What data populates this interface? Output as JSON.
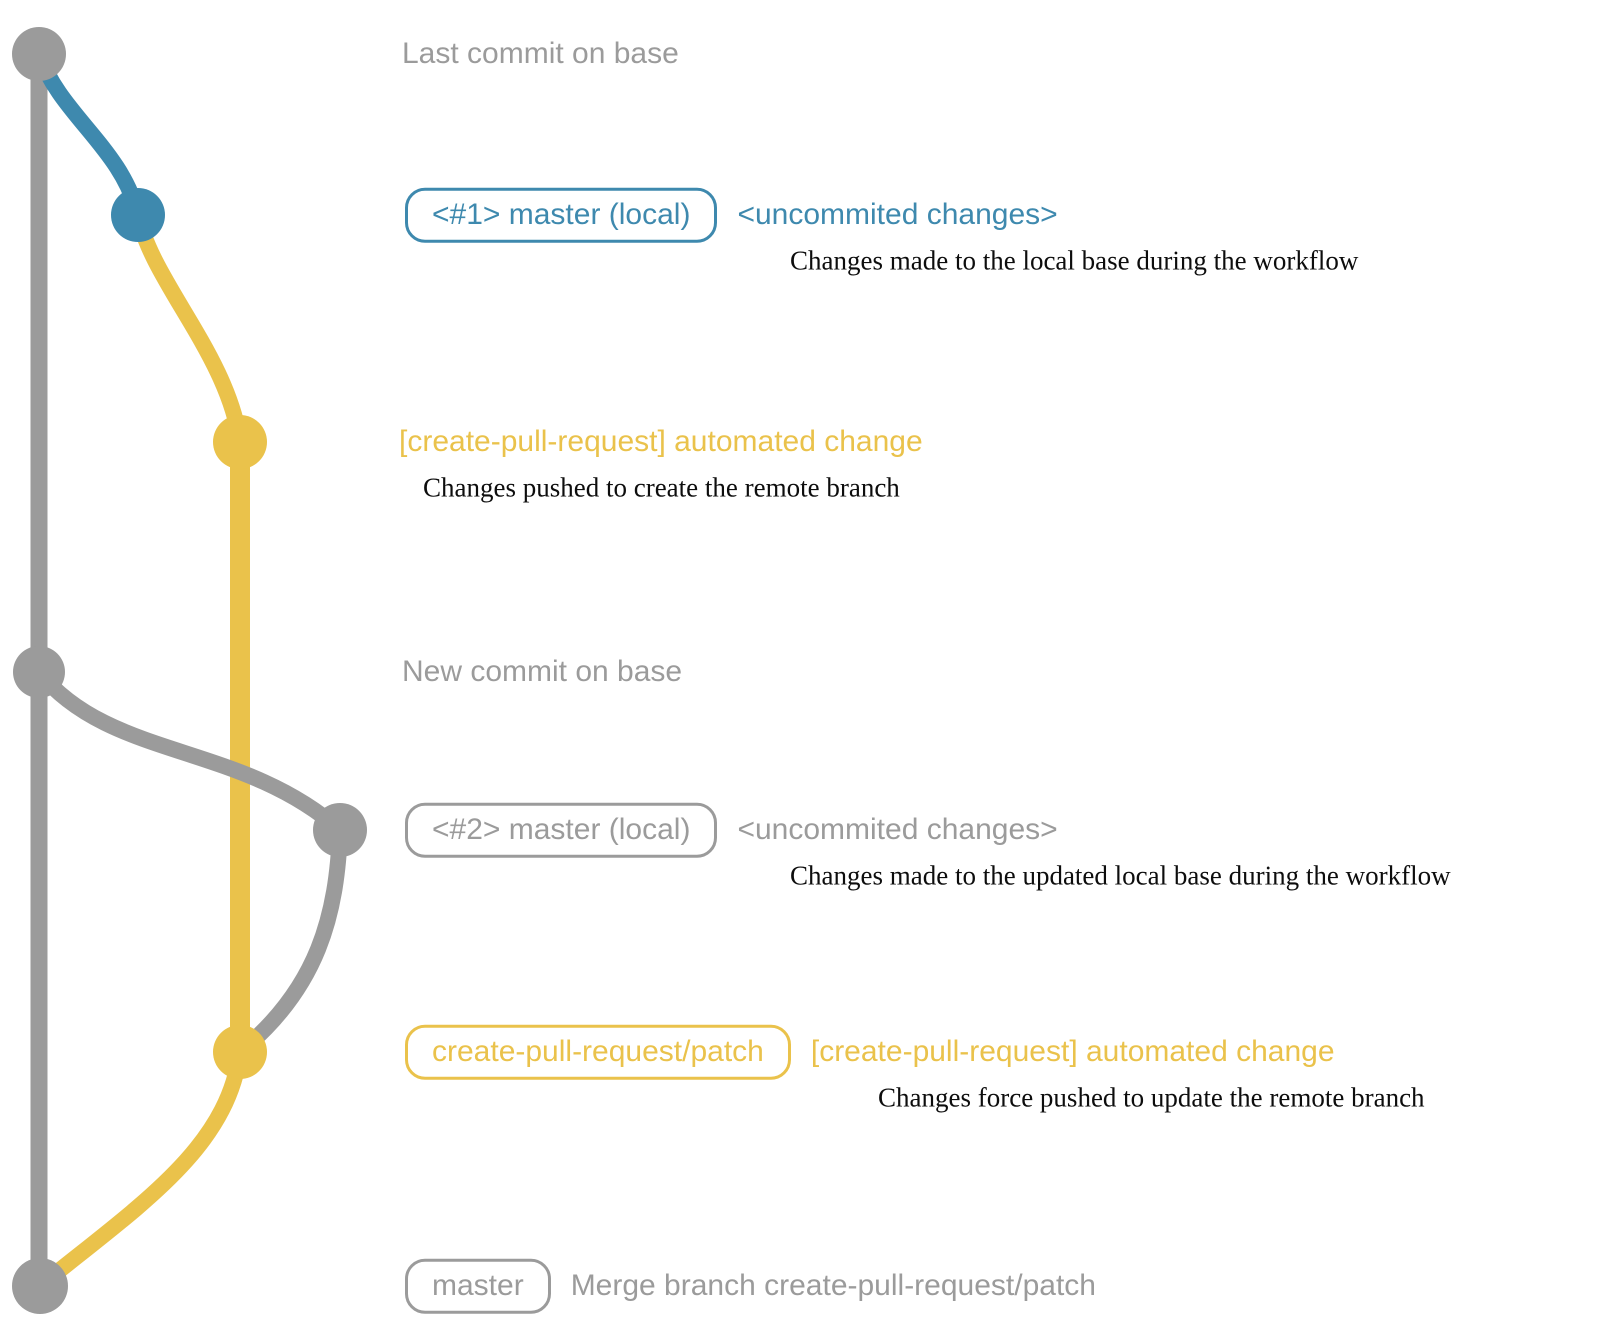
{
  "colors": {
    "gray": "#9b9b9b",
    "blue": "#3e89ae",
    "yellow": "#eac24b",
    "ink": "#0d0d0d"
  },
  "rows": {
    "last_commit": {
      "label": "Last commit on base"
    },
    "commit1": {
      "badge": "<#1> master (local)",
      "annotation": "<uncommited changes>",
      "description": "Changes made to the local base during the workflow"
    },
    "push1": {
      "annotation": "[create-pull-request] automated change",
      "description": "Changes pushed to create the remote branch"
    },
    "new_commit": {
      "label": "New commit on base"
    },
    "commit2": {
      "badge": "<#2> master (local)",
      "annotation": "<uncommited changes>",
      "description": "Changes made to the updated local base during the workflow"
    },
    "push2": {
      "badge": "create-pull-request/patch",
      "annotation": "[create-pull-request] automated change",
      "description": "Changes force pushed to update the remote branch"
    },
    "merge": {
      "badge": "master",
      "annotation": "Merge branch create-pull-request/patch"
    }
  }
}
